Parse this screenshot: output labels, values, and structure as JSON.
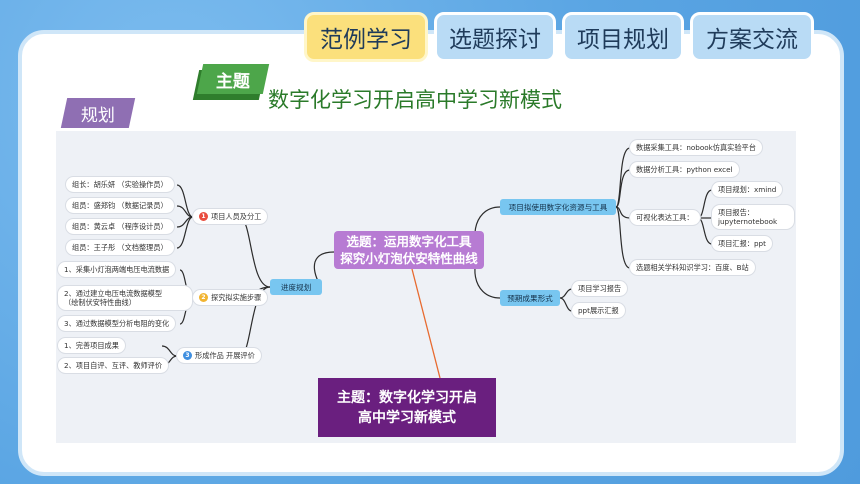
{
  "tabs": [
    {
      "label": "范例学习",
      "active": true
    },
    {
      "label": "选题探讨",
      "active": false
    },
    {
      "label": "项目规划",
      "active": false
    },
    {
      "label": "方案交流",
      "active": false
    }
  ],
  "header": {
    "theme_badge": "主题",
    "title": "数字化学习开启高中学习新模式",
    "plan_badge": "规划"
  },
  "mindmap": {
    "center_line1": "选题：运用数字化工具",
    "center_line2": "探究小灯泡伏安特性曲线",
    "main_line1": "主题：数字化学习开启",
    "main_line2": "高中学习新模式",
    "progress_hub": "进度规划",
    "left": {
      "team_label": "项目人员及分工",
      "team_num": "1",
      "team": [
        "组长：胡乐妍 （实验操作员）",
        "组员：盛郑钧 （数据记录员）",
        "组员：黄云卓 （程序设计员）",
        "组员：王子彤 （文档整理员）"
      ],
      "steps_label": "探究拟实施步骤",
      "steps_num": "2",
      "steps": [
        "1、采集小灯泡两端电压电流数据",
        "2、通过建立电压电流数据模型\n（绘制伏安特性曲线）",
        "3、通过数据模型分析电阻的变化"
      ],
      "work_label": "形成作品 开展评价",
      "work_num": "3",
      "work": [
        "1、完善项目成果",
        "2、项目自评、互评、教师评价"
      ]
    },
    "right": {
      "tools_hub": "项目拟使用数字化资源与工具",
      "results_hub": "预期成果形式",
      "collect": "数据采集工具：nobook仿真实验平台",
      "analyze": "数据分析工具：python  excel",
      "visual": "可视化表达工具：",
      "visual_items": [
        "项目规划：xmind",
        "项目报告：\njupyternotebook",
        "项目汇报：ppt"
      ],
      "related": "选题相关学科知识学习：百度、B站",
      "results": [
        "项目学习报告",
        "ppt展示汇报"
      ]
    }
  }
}
